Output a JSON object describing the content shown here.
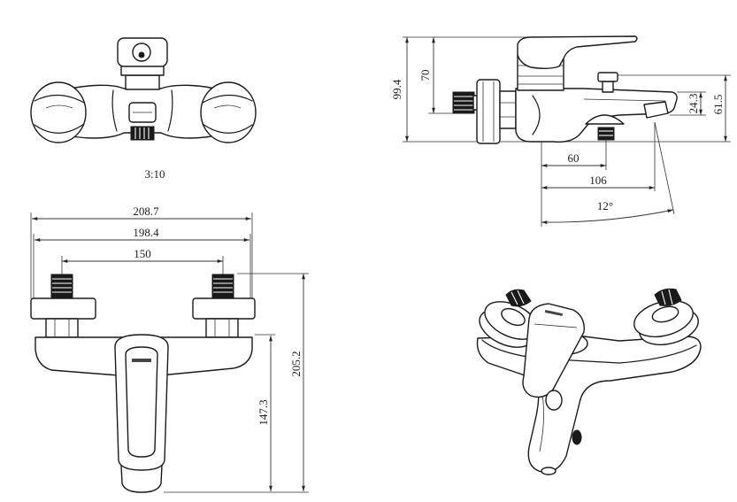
{
  "top_view": {
    "scale_label": "3:10"
  },
  "side_view": {
    "vertical_dimensions": [
      "99.4",
      "70",
      "24.3",
      "61.5"
    ],
    "horizontal_dimensions": [
      "60",
      "106"
    ],
    "angle": "12°"
  },
  "front_view": {
    "horizontal_dimensions": [
      "208.7",
      "198.4",
      "150"
    ],
    "vertical_dimensions": [
      "147.3",
      "205.2"
    ]
  }
}
